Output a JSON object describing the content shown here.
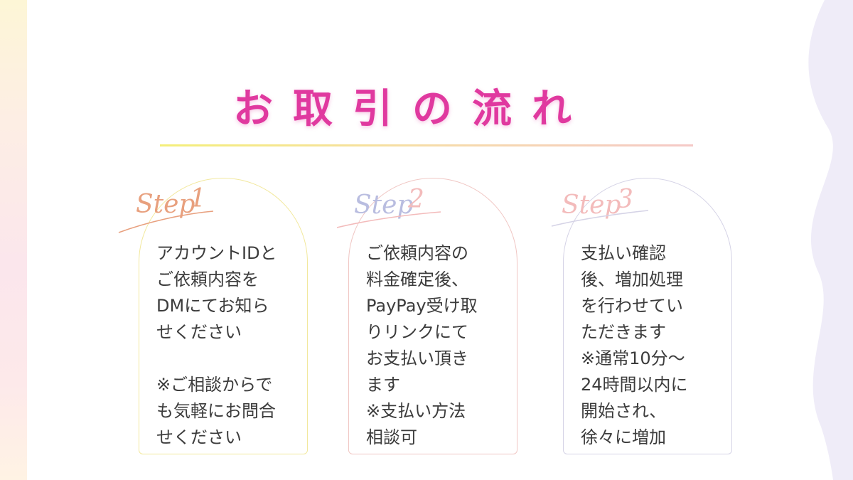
{
  "title": "お取引の流れ",
  "steps": [
    {
      "label": "Step",
      "number": "1",
      "color": "#e8a07e",
      "body": "アカウントIDと\nご依頼内容を\nDMにてお知ら\nせください\n\n※ご相談からで\nも気軽にお問合\nせください"
    },
    {
      "label": "Step",
      "number": "2",
      "color": "#b9bde0",
      "body": "ご依頼内容の\n料金確定後、\nPayPay受け取\nりリンクにて\nお支払い頂き\nます\n※支払い方法\n相談可"
    },
    {
      "label": "Step",
      "number": "3",
      "color": "#f3bbbb",
      "body": "支払い確認\n後、増加処理\nを行わせてい\nただきます\n※通常10分〜\n24時間以内に\n開始され、\n徐々に増加"
    }
  ],
  "colors": {
    "title": "#e0399f",
    "text": "#3c3c3c",
    "accent_left": "#fbe6ec",
    "accent_right": "#eeecf8"
  }
}
